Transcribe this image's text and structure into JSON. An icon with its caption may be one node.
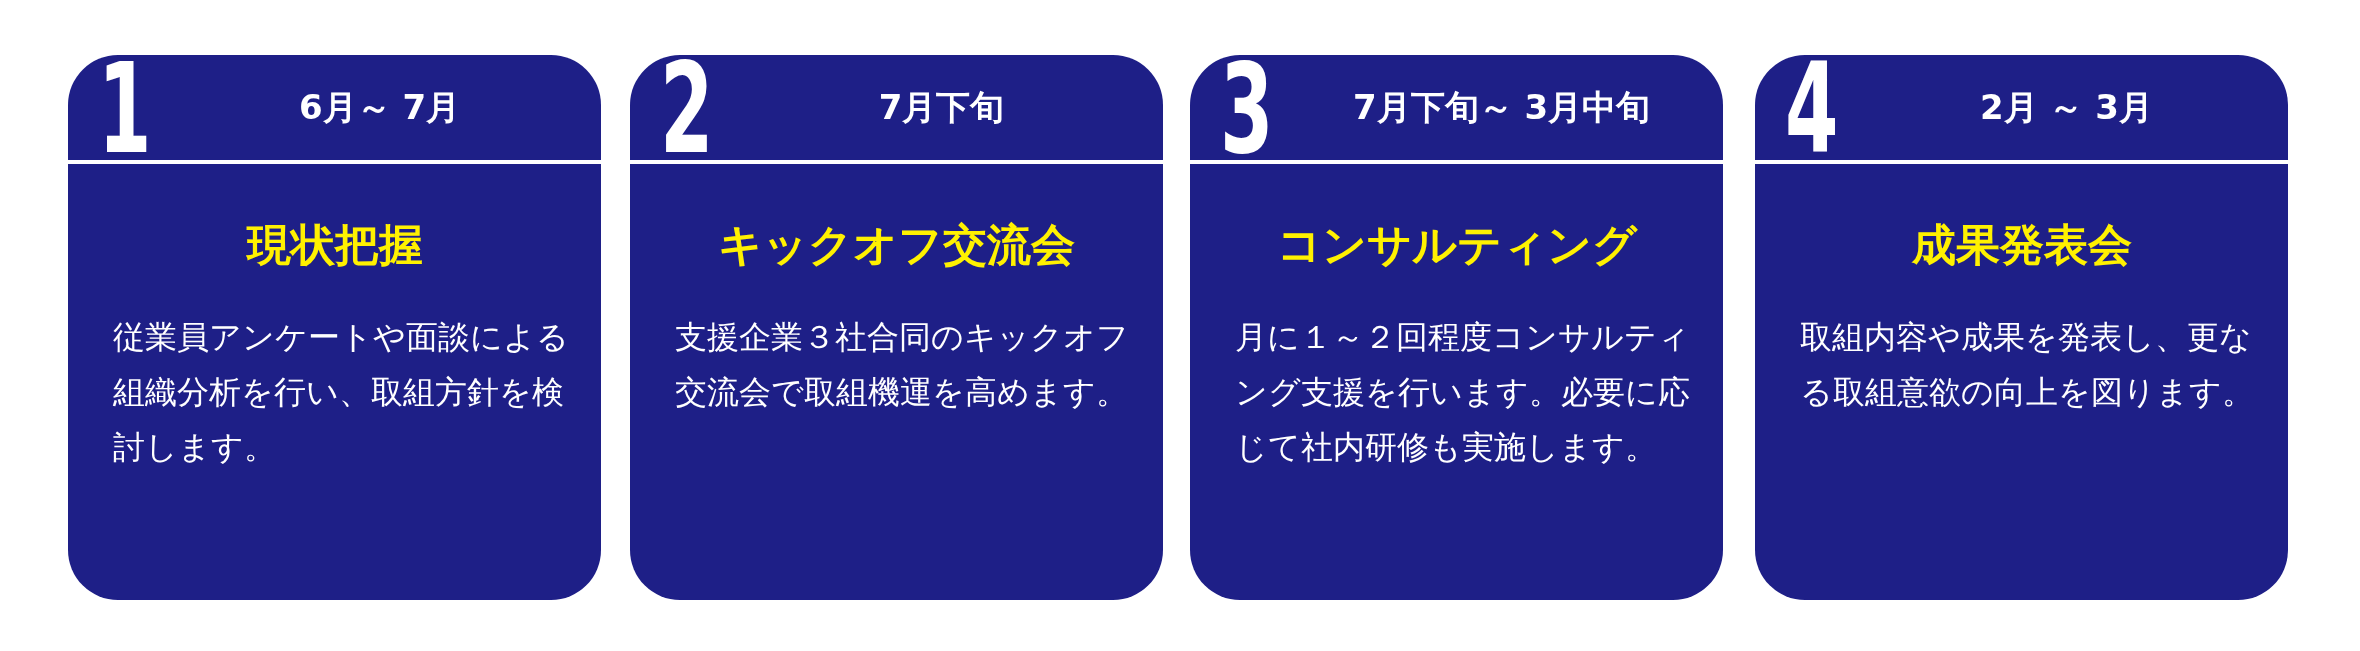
{
  "diagram": {
    "nodes": [
      {
        "text": [
          "1",
          "6月～ 7月",
          "現状把握",
          "従業員アンケートや面談による組織分析を行い、取組方針を検討します。"
        ]
      },
      {
        "text": [
          "2",
          "7月下旬",
          "キックオフ交流会",
          "支援企業３社合同のキックオフ交流会で取組機運を高めます。"
        ]
      },
      {
        "text": [
          "3",
          "7月下旬～ 3月中旬",
          "コンサルティング",
          "月に１～２回程度コンサルティング支援を行います。必要に応じて社内研修も実施します。"
        ]
      },
      {
        "text": [
          "4",
          "2月 ～ 3月",
          "成果発表会",
          "取組内容や成果を発表し、更なる取組意欲の向上を図ります。"
        ]
      }
    ]
  }
}
